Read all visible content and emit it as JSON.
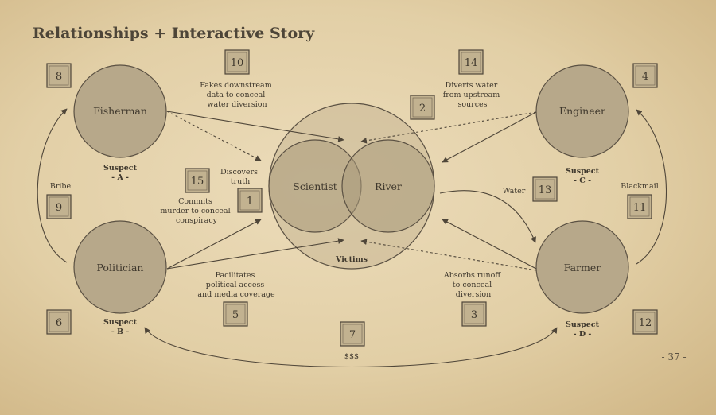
{
  "title": "Relationships + Interactive Story",
  "page_number": "- 37 -",
  "center": {
    "scientist": "Scientist",
    "river": "River",
    "victims": "Victims"
  },
  "actors": {
    "fisherman": {
      "name": "Fisherman",
      "suspect": "Suspect",
      "letter": "- A -"
    },
    "politician": {
      "name": "Politician",
      "suspect": "Suspect",
      "letter": "- B -"
    },
    "engineer": {
      "name": "Engineer",
      "suspect": "Suspect",
      "letter": "- C -"
    },
    "farmer": {
      "name": "Farmer",
      "suspect": "Suspect",
      "letter": "- D -"
    }
  },
  "boxes": {
    "b1": "1",
    "b2": "2",
    "b3": "3",
    "b4": "4",
    "b5": "5",
    "b6": "6",
    "b7": "7",
    "b8": "8",
    "b9": "9",
    "b10": "10",
    "b11": "11",
    "b12": "12",
    "b13": "13",
    "b14": "14",
    "b15": "15"
  },
  "notes": {
    "n10": [
      "Fakes downstream",
      "data to conceal",
      "water diversion"
    ],
    "n14": [
      "Diverts water",
      "from upstream",
      "sources"
    ],
    "n1": [
      "Discovers",
      "truth"
    ],
    "n15": [
      "Commits",
      "murder to conceal",
      "conspiracy"
    ],
    "n5": [
      "Facilitates",
      "political access",
      "and media coverage"
    ],
    "n3": [
      "Absorbs runoff",
      "to conceal",
      "diversion"
    ],
    "bribe": "Bribe",
    "blackmail": "Blackmail",
    "water": "Water",
    "money": "$$$"
  }
}
